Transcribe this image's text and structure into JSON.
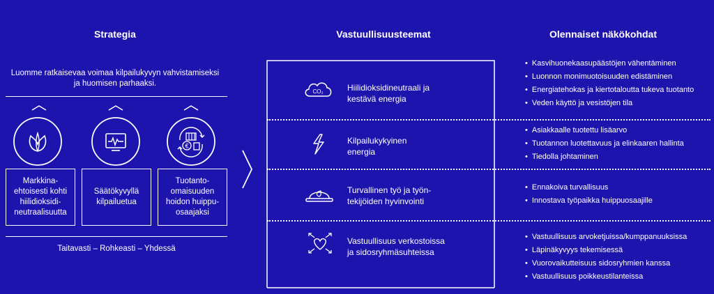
{
  "headers": {
    "strategy": "Strategia",
    "themes": "Vastuullisuusteemat",
    "aspects": "Olennaiset näkökohdat"
  },
  "strategy": {
    "intro_line1": "Luomme ratkaisevaa voimaa kilpailukyvyn vahvistamiseksi",
    "intro_line2": "ja huomisen parhaaksi.",
    "pillars": [
      {
        "icon": "leaf-icon",
        "text": "Markkina-ehtoisesti kohti hiilidioksidi-neutraalisuutta"
      },
      {
        "icon": "monitor-pulse-icon",
        "text": "Säätökyvyllä kilpailuetua"
      },
      {
        "icon": "asset-euro-icon",
        "text": "Tuotanto-omaisuuden hoidon huippu-osaajaksi"
      }
    ],
    "values": "Taitavasti – Rohkeasti – Yhdessä"
  },
  "themes": [
    {
      "icon": "co2-cloud-icon",
      "co2_label": "CO₂",
      "line1": "Hiilidioksidineutraali ja",
      "line2": "kestävä energia"
    },
    {
      "icon": "lightning-icon",
      "line1": "Kilpailukykyinen",
      "line2": "energia"
    },
    {
      "icon": "hard-hat-icon",
      "line1": "Turvallinen työ ja työn-",
      "line2": "tekijöiden hyvinvointi"
    },
    {
      "icon": "network-heart-icon",
      "line1": "Vastuullisuus verkostoissa",
      "line2": "ja sidosryhmäsuhteissa"
    }
  ],
  "aspects": [
    [
      "Kasvihuonekaasupäästöjen vähentäminen",
      "Luonnon monimuotoisuuden edistäminen",
      "Energiatehokas ja kiertotaloutta tukeva tuotanto",
      "Veden käyttö ja  vesistöjen tila"
    ],
    [
      "Asiakkaalle tuotettu lisäarvo",
      "Tuotannon luotettavuus ja elinkaaren hallinta",
      "Tiedolla johtaminen"
    ],
    [
      "Ennakoiva turvallisuus",
      "Innostava työpaikka huippuosaajille"
    ],
    [
      "Vastuullisuus arvoketjuissa/kumppanuuksissa",
      "Läpinäkyvyys tekemisessä",
      "Vuorovaikutteisuus sidosryhmien kanssa",
      "Vastuullisuus poikkeustilanteissa"
    ]
  ]
}
